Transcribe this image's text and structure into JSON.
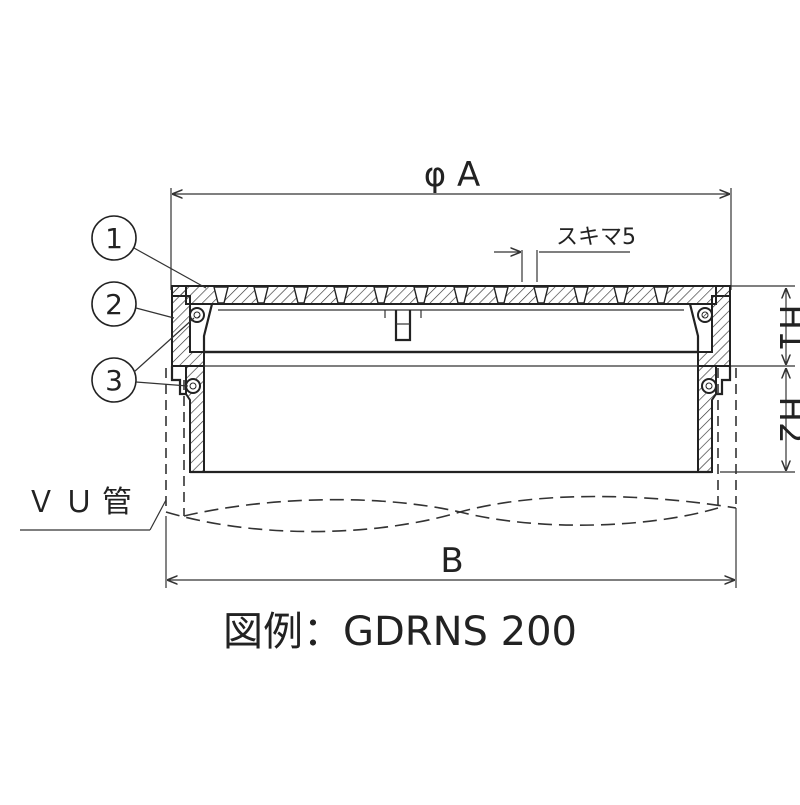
{
  "dimensions": {
    "diameter_a": "φ A",
    "b": "B",
    "h1": "H1",
    "h2": "H2",
    "gap": "スキマ5"
  },
  "callouts": [
    "1",
    "2",
    "3"
  ],
  "pipe_label": "ＶＵ管",
  "caption": "図例：GDRNS 200"
}
